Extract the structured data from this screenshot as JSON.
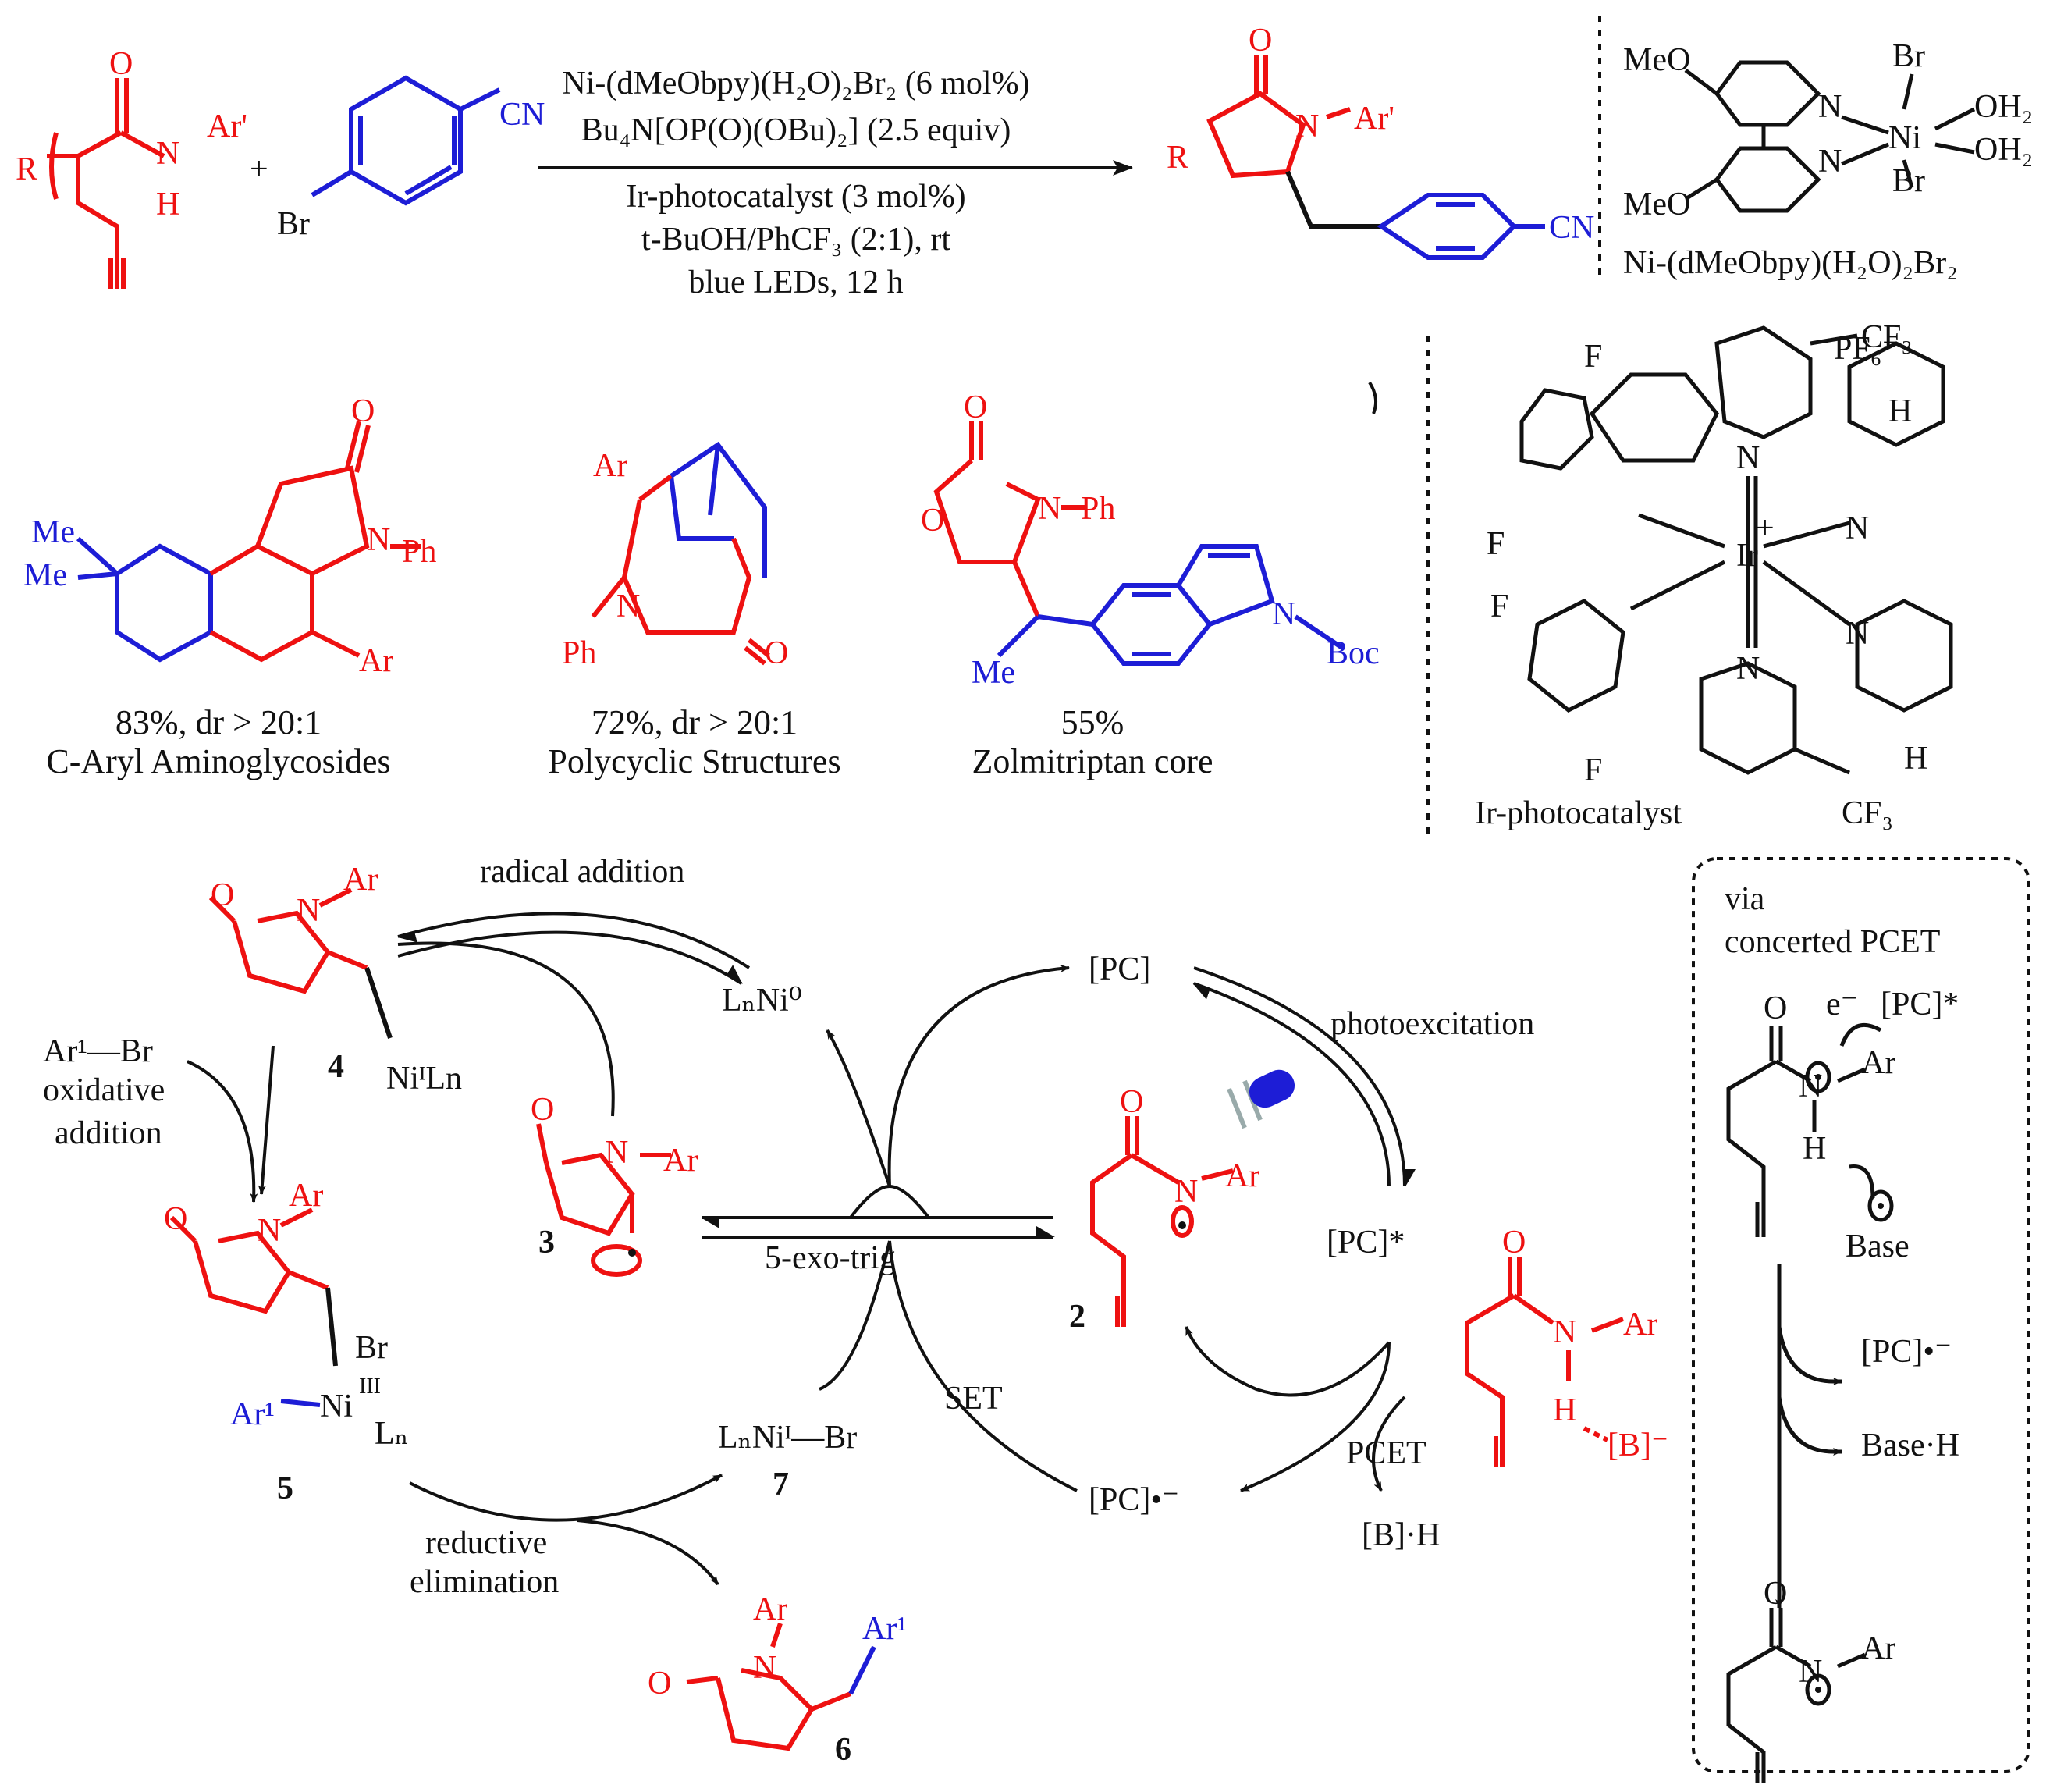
{
  "colors": {
    "red": "#ee1111",
    "blue": "#1d1dd6",
    "black": "#111111"
  },
  "reaction": {
    "substrate": {
      "r": "R",
      "n": "N",
      "h": "H",
      "ar": "Ar'",
      "o": "O"
    },
    "plus": "+",
    "aryl_bromide": {
      "cn": "CN",
      "br": "Br"
    },
    "conditions": [
      "Ni-(dMeObpy)(H₂O)₂Br₂ (6 mol%)",
      "Bu₄N[OP(O)(OBu)₂] (2.5 equiv)",
      "Ir-photocatalyst (3 mol%)",
      "t-BuOH/PhCF₃ (2:1), rt",
      "blue LEDs, 12 h"
    ],
    "product": {
      "o": "O",
      "n": "N",
      "ar": "Ar'",
      "r": "R",
      "cn": "CN"
    }
  },
  "ni_catalyst": {
    "meo_top": "MeO",
    "meo_bottom": "MeO",
    "ni": "Ni",
    "n1": "N",
    "n2": "N",
    "br_top": "Br",
    "br_bottom": "Br",
    "oh2_a": "OH₂",
    "oh2_b": "OH₂",
    "caption": "Ni-(dMeObpy)(H₂O)₂Br₂"
  },
  "ir_catalyst": {
    "counter_ion": "PF₆⁻",
    "cf3_top": "CF₃",
    "cf3_bottom": "CF₃",
    "ir": "Ir",
    "plus": "+",
    "n": "N",
    "f": "F",
    "h": "H",
    "caption": "Ir-photocatalyst"
  },
  "examples": [
    {
      "yield": "83%, dr > 20:1",
      "label": "C-Aryl Aminoglycosides",
      "atoms": {
        "me1": "Me",
        "me2": "Me",
        "o": "O",
        "n": "N",
        "ph": "Ph",
        "ar": "Ar"
      }
    },
    {
      "yield": "72%, dr > 20:1",
      "label": "Polycyclic Structures",
      "atoms": {
        "ar": "Ar",
        "n": "N",
        "ph": "Ph",
        "o": "O"
      }
    },
    {
      "yield": "55%",
      "label": "Zolmitriptan core",
      "atoms": {
        "o": "O",
        "n": "N",
        "ph": "Ph",
        "me": "Me",
        "boc": "Boc"
      }
    }
  ],
  "mechanism": {
    "radical_addition": "radical addition",
    "ln_ni0": "LₙNi⁰",
    "pc": "[PC]",
    "photoexcitation": "photoexcitation",
    "pc_star": "[PC]*",
    "pc_radical_anion": "[PC]•⁻",
    "five_exo_trig": "5-exo-trig",
    "set": "SET",
    "pcet": "PCET",
    "b_h": "[B]·H",
    "b_minus": "[B]⁻",
    "ln_ni_br": "LₙNiᴵ—Br",
    "ar1_br": "Ar¹—Br",
    "oxidative_addition": [
      "oxidative",
      "addition"
    ],
    "reductive_elimination": [
      "reductive",
      "elimination"
    ],
    "ni_i_ln": "NiᴵLn",
    "ni_iii": "Ni",
    "ni_iii_sup": "III",
    "ln": "Lₙ",
    "ar1": "Ar¹",
    "ar": "Ar",
    "o": "O",
    "n": "N",
    "h": "H",
    "br": "Br",
    "numbers": {
      "c2": "2",
      "c3": "3",
      "c4": "4",
      "c5": "5",
      "c6": "6",
      "c7": "7"
    }
  },
  "pcet_box": {
    "title": [
      "via",
      "concerted PCET"
    ],
    "e_minus": "e⁻",
    "pc_star": "[PC]*",
    "base": "Base",
    "pc_radical_anion": "[PC]•⁻",
    "base_h": "Base·H",
    "o": "O",
    "n": "N",
    "ar": "Ar",
    "h": "H"
  }
}
